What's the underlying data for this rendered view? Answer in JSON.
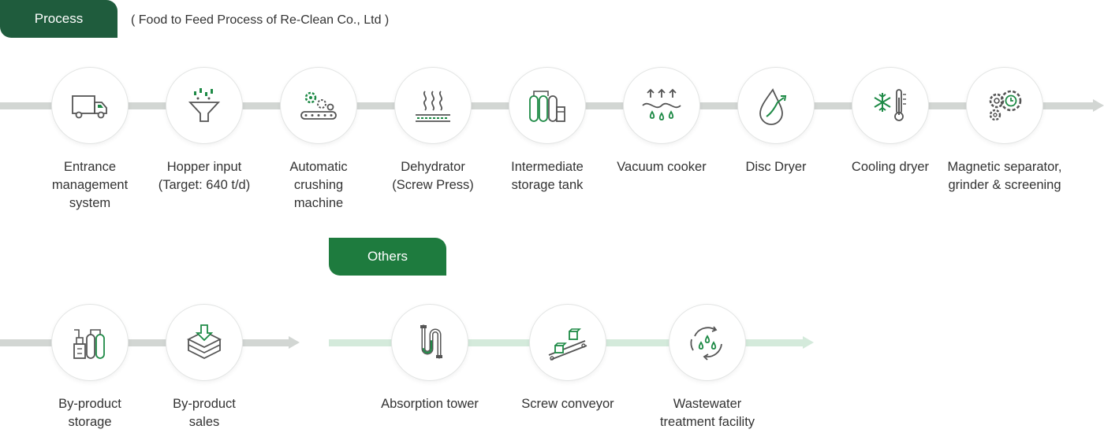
{
  "process": {
    "tab_label": "Process",
    "subtitle": "( Food to Feed Process of Re-Clean Co., Ltd )",
    "steps": [
      {
        "icon": "truck-icon",
        "lines": [
          "Entrance",
          "management",
          "system"
        ]
      },
      {
        "icon": "hopper-funnel-icon",
        "lines": [
          "Hopper input",
          "(Target: 640 t/d)"
        ]
      },
      {
        "icon": "crushing-machine-icon",
        "lines": [
          "Automatic",
          "crushing",
          "machine"
        ]
      },
      {
        "icon": "steam-heat-icon",
        "lines": [
          "Dehydrator",
          "(Screw Press)"
        ]
      },
      {
        "icon": "storage-tanks-icon",
        "lines": [
          "Intermediate",
          "storage tank"
        ]
      },
      {
        "icon": "vacuum-droplets-icon",
        "lines": [
          "Vacuum cooker"
        ]
      },
      {
        "icon": "drop-arrow-icon",
        "lines": [
          "Disc Dryer"
        ]
      },
      {
        "icon": "snowflake-thermometer-icon",
        "lines": [
          "Cooling dryer"
        ]
      },
      {
        "icon": "gears-clock-icon",
        "lines": [
          "Magnetic separator,",
          "grinder & screening"
        ]
      }
    ],
    "byproducts": [
      {
        "icon": "factory-tanks-icon",
        "lines": [
          "By-product",
          "storage"
        ]
      },
      {
        "icon": "box-download-icon",
        "lines": [
          "By-product",
          "sales"
        ]
      }
    ]
  },
  "others": {
    "tab_label": "Others",
    "items": [
      {
        "icon": "absorption-pipe-icon",
        "lines": [
          "Absorption tower"
        ]
      },
      {
        "icon": "conveyor-boxes-icon",
        "lines": [
          "Screw conveyor"
        ]
      },
      {
        "icon": "water-recycle-icon",
        "lines": [
          "Wastewater",
          "treatment facility"
        ]
      }
    ]
  },
  "colors": {
    "process_tab": "#1f5c3d",
    "others_tab": "#1e7b3e",
    "icon_green": "#1e8a46",
    "icon_gray": "#555555"
  }
}
